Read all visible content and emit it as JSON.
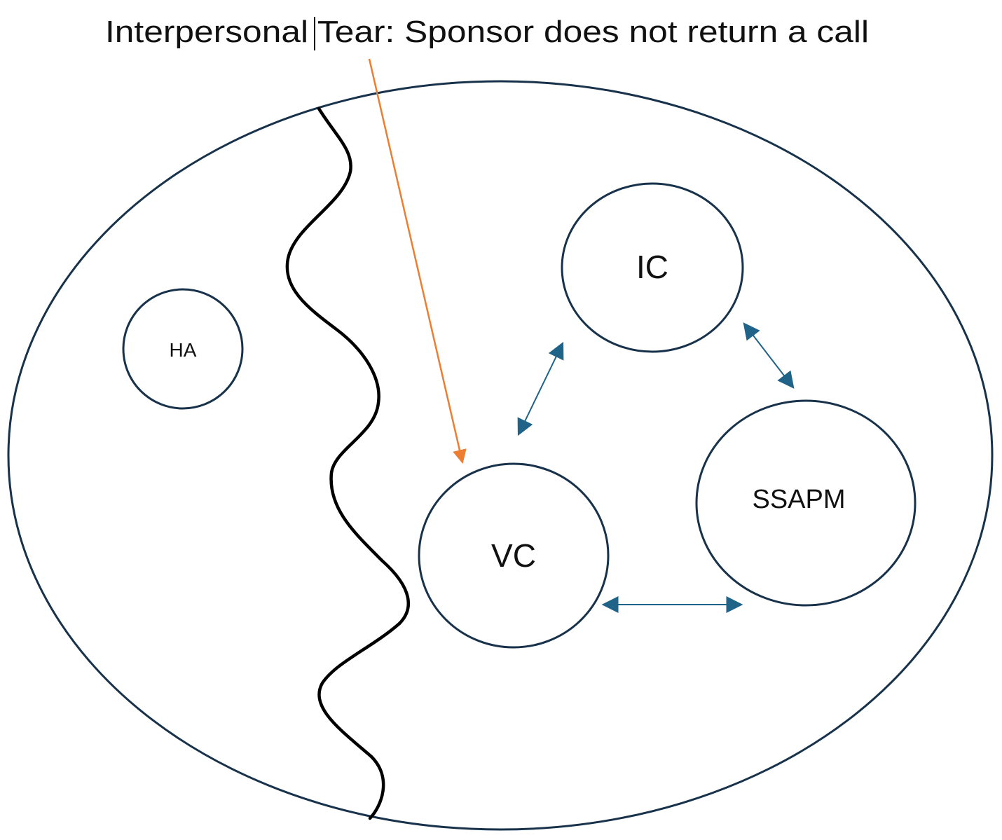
{
  "title": {
    "text": "Interpersonal Tear: Sponsor does not return a call"
  },
  "nodes": {
    "ha": {
      "label": "HA"
    },
    "ic": {
      "label": "IC"
    },
    "ssapm": {
      "label": "SSAPM"
    },
    "vc": {
      "label": "VC"
    }
  },
  "colors": {
    "outline": "#17324a",
    "arrow_blue": "#1f6389",
    "arrow_orange": "#ed7d31",
    "tear_line": "#000000",
    "text": "#111111"
  }
}
